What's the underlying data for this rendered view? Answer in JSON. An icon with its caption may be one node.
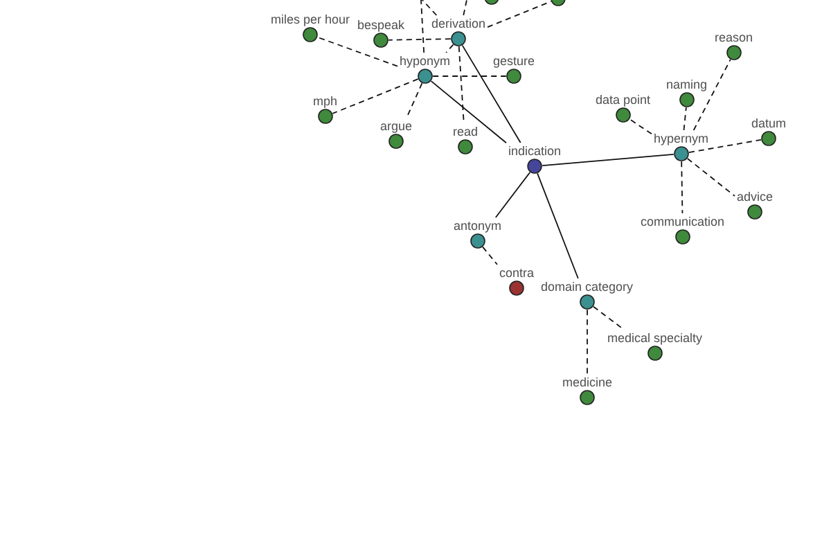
{
  "diagram": {
    "nodes": [
      {
        "text": [],
        "shape": "circle"
      },
      {
        "text": [],
        "shape": "circle"
      },
      {
        "text": [
          "miles per hour"
        ]
      },
      {
        "text": [
          "bespeak"
        ]
      },
      {
        "text": [
          "derivation"
        ]
      },
      {
        "text": [
          "reason"
        ]
      },
      {
        "text": [
          "hyponym"
        ]
      },
      {
        "text": [
          "gesture"
        ]
      },
      {
        "text": [
          "naming"
        ]
      },
      {
        "text": [
          "mph"
        ]
      },
      {
        "text": [
          "data point"
        ]
      },
      {
        "text": [
          "read"
        ]
      },
      {
        "text": [
          "argue"
        ]
      },
      {
        "text": [
          "datum"
        ]
      },
      {
        "text": [
          "hypernym"
        ]
      },
      {
        "text": [
          "indication"
        ]
      },
      {
        "text": [
          "advice"
        ]
      },
      {
        "text": [
          "communication"
        ]
      },
      {
        "text": [
          "antonym"
        ]
      },
      {
        "text": [
          "contra"
        ]
      },
      {
        "text": [
          "domain category"
        ]
      },
      {
        "text": [
          "medical specialty"
        ]
      },
      {
        "text": [
          "medicine"
        ]
      }
    ],
    "edges": [
      {
        "from": 15,
        "to": 6,
        "arrow": "none"
      },
      {
        "from": 15,
        "to": 4,
        "arrow": "none"
      },
      {
        "from": 15,
        "to": 14,
        "arrow": "none"
      },
      {
        "from": 15,
        "to": 18,
        "arrow": "none"
      },
      {
        "from": 15,
        "to": 20,
        "arrow": "none"
      },
      {
        "from": 6,
        "to": 2,
        "arrow": "none",
        "style": "dashed"
      },
      {
        "from": 4,
        "to": 3,
        "arrow": "none",
        "style": "dashed"
      },
      {
        "from": 4,
        "to": 6,
        "arrow": "none",
        "style": "dashed"
      },
      {
        "from": 6,
        "to": 7,
        "arrow": "none",
        "style": "dashed"
      },
      {
        "from": 6,
        "to": 9,
        "arrow": "none",
        "style": "dashed"
      },
      {
        "from": 6,
        "to": 12,
        "arrow": "none",
        "style": "dashed"
      },
      {
        "from": 4,
        "to": 11,
        "arrow": "none",
        "style": "dashed"
      },
      {
        "from": 14,
        "to": 10,
        "arrow": "none",
        "style": "dashed"
      },
      {
        "from": 14,
        "to": 8,
        "arrow": "none",
        "style": "dashed"
      },
      {
        "from": 14,
        "to": 5,
        "arrow": "none",
        "style": "dashed"
      },
      {
        "from": 14,
        "to": 13,
        "arrow": "none",
        "style": "dashed"
      },
      {
        "from": 14,
        "to": 16,
        "arrow": "none",
        "style": "dashed"
      },
      {
        "from": 14,
        "to": 17,
        "arrow": "none",
        "style": "dashed"
      },
      {
        "from": 18,
        "to": 19,
        "arrow": "none",
        "style": "dashed"
      },
      {
        "from": 20,
        "to": 21,
        "arrow": "none",
        "style": "dashed"
      },
      {
        "from": 20,
        "to": 22,
        "arrow": "none",
        "style": "dashed"
      },
      {
        "from": 4,
        "to": 1,
        "arrow": "none",
        "style": "dashed"
      },
      {
        "from": 6,
        "to": null,
        "arrow": "none",
        "style": "dashed"
      },
      {
        "from": 4,
        "to": null,
        "arrow": "none",
        "style": "dashed"
      },
      {
        "from": 4,
        "to": null,
        "arrow": "none",
        "style": "dashed"
      }
    ]
  }
}
